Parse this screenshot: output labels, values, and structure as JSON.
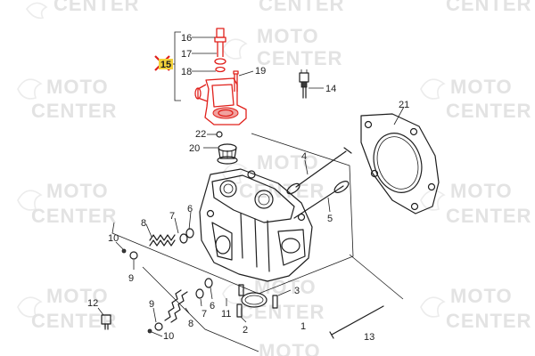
{
  "watermark": {
    "line1": "MOTO",
    "line2": "CENTER"
  },
  "highlight_color": "#e0201b",
  "callouts": {
    "c1": "1",
    "c2": "2",
    "c3": "3",
    "c4": "4",
    "c5": "5",
    "c6a": "6",
    "c6b": "6",
    "c7a": "7",
    "c7b": "7",
    "c8a": "8",
    "c8b": "8",
    "c9a": "9",
    "c9b": "9",
    "c10a": "10",
    "c10b": "10",
    "c11": "11",
    "c12": "12",
    "c13": "13",
    "c14": "14",
    "c15": "15",
    "c16": "16",
    "c17": "17",
    "c18": "18",
    "c19": "19",
    "c20": "20",
    "c21": "21",
    "c22": "22"
  },
  "selected_callout": "15"
}
